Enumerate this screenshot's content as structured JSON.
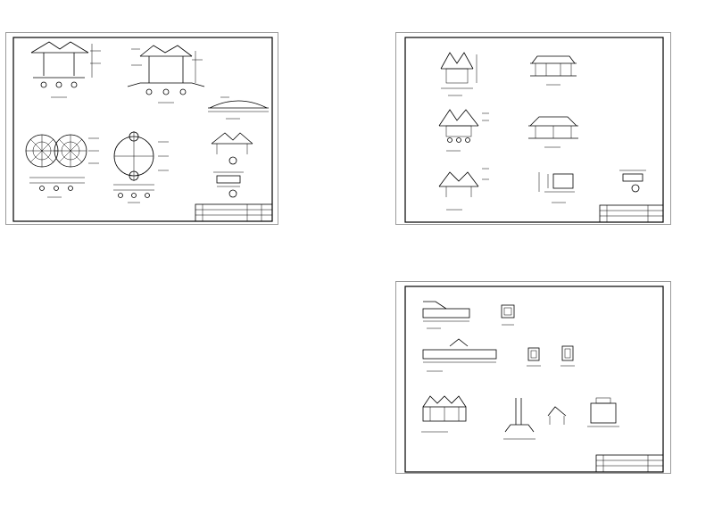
{
  "sheets": [
    {
      "id": "sheet-1",
      "title_block": {
        "drawing_title": ""
      },
      "views": [
        "elevation",
        "side-elevation",
        "roof-profile",
        "plan-left",
        "plan-right",
        "section",
        "detail"
      ]
    },
    {
      "id": "sheet-2",
      "title_block": {
        "drawing_title": ""
      },
      "views": [
        "gable-elevation-1",
        "front-elevation-1",
        "gable-elevation-2",
        "front-elevation-2",
        "gable-elevation-3",
        "section",
        "detail"
      ]
    },
    {
      "id": "sheet-3",
      "title_block": {
        "drawing_title": ""
      },
      "notes": {
        "heading": "",
        "lines": [
          "",
          ""
        ]
      },
      "views": [
        "beam-1",
        "beam-2",
        "column-section-1",
        "column-section-2",
        "column-section-3",
        "truss-detail",
        "footing-1",
        "footing-2",
        "footing-3"
      ]
    }
  ],
  "stray_mark": "",
  "colors": {
    "background": "#ffffff",
    "line": "#000000",
    "sheet_border": "#9a9a9a"
  }
}
